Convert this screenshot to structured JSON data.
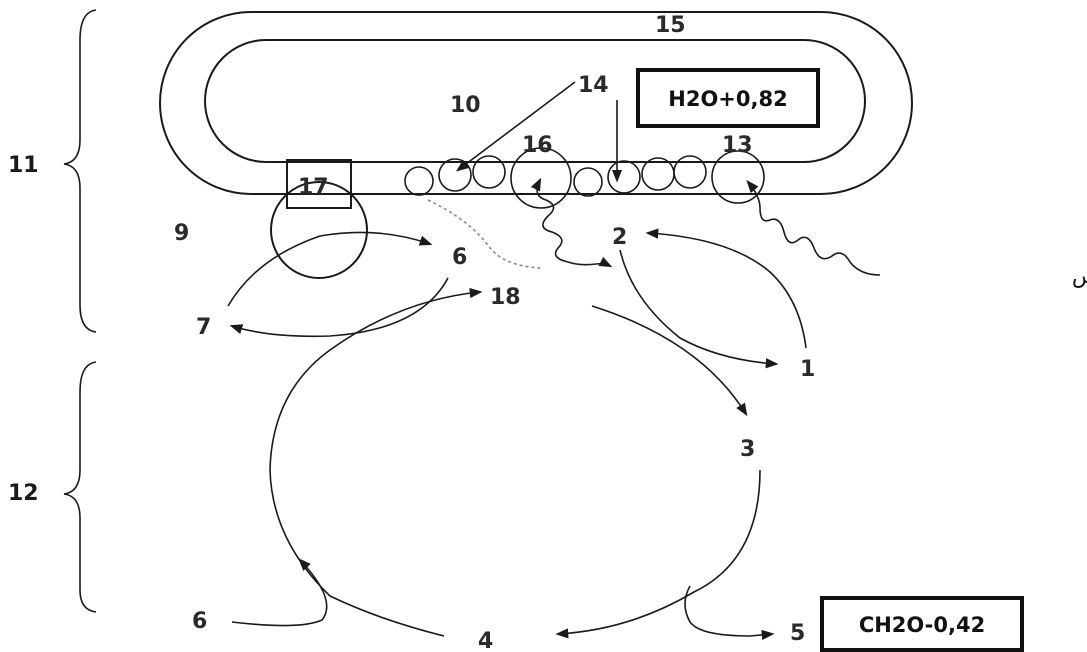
{
  "labels": {
    "l1": "1",
    "l2": "2",
    "l3": "3",
    "l4": "4",
    "l5": "5",
    "l6_top": "6",
    "l6_bottom": "6",
    "l7": "7",
    "l9": "9",
    "l10": "10",
    "l11": "11",
    "l12": "12",
    "l13": "13",
    "l14": "14",
    "l15": "15",
    "l16": "16",
    "l17": "17",
    "l18": "18"
  },
  "boxes": {
    "water_potential": "H2O+0,82",
    "sugar_potential": "CH2O-0,42"
  },
  "sunlight_label": "ضوء الشمس",
  "colors": {
    "ink": "#1a1a1a",
    "background": "#ffffff"
  }
}
